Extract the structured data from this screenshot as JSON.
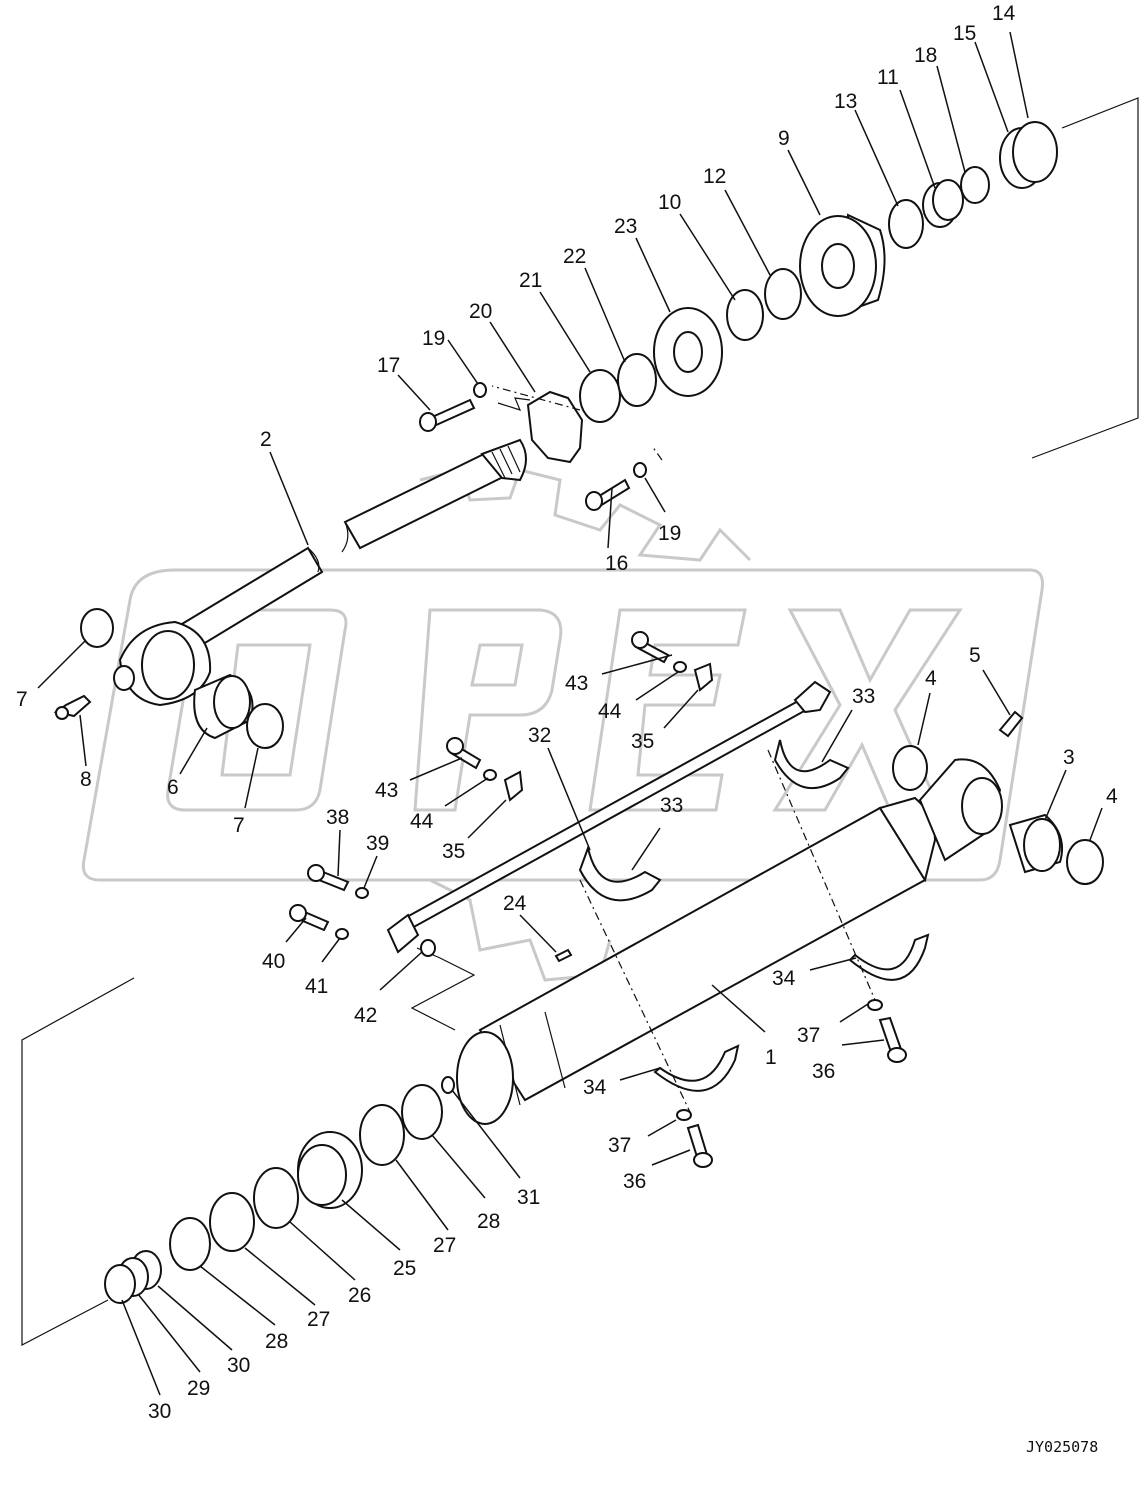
{
  "drawing_code": "JY025078",
  "watermark": "OPEX",
  "labels": [
    {
      "id": "l14",
      "text": "14"
    },
    {
      "id": "l15",
      "text": "15"
    },
    {
      "id": "l18",
      "text": "18"
    },
    {
      "id": "l11",
      "text": "11"
    },
    {
      "id": "l13",
      "text": "13"
    },
    {
      "id": "l9",
      "text": "9"
    },
    {
      "id": "l12",
      "text": "12"
    },
    {
      "id": "l10",
      "text": "10"
    },
    {
      "id": "l23",
      "text": "23"
    },
    {
      "id": "l22",
      "text": "22"
    },
    {
      "id": "l21",
      "text": "21"
    },
    {
      "id": "l20",
      "text": "20"
    },
    {
      "id": "l19a",
      "text": "19"
    },
    {
      "id": "l17",
      "text": "17"
    },
    {
      "id": "l2",
      "text": "2"
    },
    {
      "id": "l19b",
      "text": "19"
    },
    {
      "id": "l16",
      "text": "16"
    },
    {
      "id": "l7a",
      "text": "7"
    },
    {
      "id": "l8",
      "text": "8"
    },
    {
      "id": "l6",
      "text": "6"
    },
    {
      "id": "l7b",
      "text": "7"
    },
    {
      "id": "l43a",
      "text": "43"
    },
    {
      "id": "l44a",
      "text": "44"
    },
    {
      "id": "l35a",
      "text": "35"
    },
    {
      "id": "l33a",
      "text": "33"
    },
    {
      "id": "l4a",
      "text": "4"
    },
    {
      "id": "l5",
      "text": "5"
    },
    {
      "id": "l3",
      "text": "3"
    },
    {
      "id": "l4b",
      "text": "4"
    },
    {
      "id": "l32",
      "text": "32"
    },
    {
      "id": "l43b",
      "text": "43"
    },
    {
      "id": "l44b",
      "text": "44"
    },
    {
      "id": "l35b",
      "text": "35"
    },
    {
      "id": "l33b",
      "text": "33"
    },
    {
      "id": "l38",
      "text": "38"
    },
    {
      "id": "l39",
      "text": "39"
    },
    {
      "id": "l24",
      "text": "24"
    },
    {
      "id": "l40",
      "text": "40"
    },
    {
      "id": "l41",
      "text": "41"
    },
    {
      "id": "l42",
      "text": "42"
    },
    {
      "id": "l34a",
      "text": "34"
    },
    {
      "id": "l37a",
      "text": "37"
    },
    {
      "id": "l36a",
      "text": "36"
    },
    {
      "id": "l1",
      "text": "1"
    },
    {
      "id": "l34b",
      "text": "34"
    },
    {
      "id": "l37b",
      "text": "37"
    },
    {
      "id": "l36b",
      "text": "36"
    },
    {
      "id": "l31",
      "text": "31"
    },
    {
      "id": "l28a",
      "text": "28"
    },
    {
      "id": "l27a",
      "text": "27"
    },
    {
      "id": "l25",
      "text": "25"
    },
    {
      "id": "l26",
      "text": "26"
    },
    {
      "id": "l27b",
      "text": "27"
    },
    {
      "id": "l28b",
      "text": "28"
    },
    {
      "id": "l30a",
      "text": "30"
    },
    {
      "id": "l29",
      "text": "29"
    },
    {
      "id": "l30b",
      "text": "30"
    }
  ]
}
